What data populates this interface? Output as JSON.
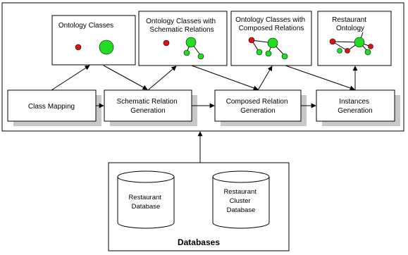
{
  "colors": {
    "stroke": "#000000",
    "shadow": "#c8c8c8",
    "box_fill": "#ffffff",
    "node_green": "#22dd22",
    "node_red": "#dd1111"
  },
  "ontology_boxes": [
    {
      "title_lines": [
        "Ontology Classes"
      ]
    },
    {
      "title_lines": [
        "Ontology Classes with",
        "Schematic Relations"
      ]
    },
    {
      "title_lines": [
        "Ontology Classes with",
        "Composed Relations"
      ]
    },
    {
      "title_lines": [
        "Restaurant",
        "Ontology"
      ]
    }
  ],
  "process_boxes": [
    {
      "label_lines": [
        "Class Mapping"
      ]
    },
    {
      "label_lines": [
        "Schematic Relation",
        "Generation"
      ]
    },
    {
      "label_lines": [
        "Composed Relation",
        "Generation"
      ]
    },
    {
      "label_lines": [
        "Instances",
        "Generation"
      ]
    }
  ],
  "databases": {
    "title": "Databases",
    "items": [
      {
        "label_lines": [
          "Restaurant",
          "Database"
        ]
      },
      {
        "label_lines": [
          "Restaurant",
          "Cluster",
          "Database"
        ]
      }
    ]
  }
}
